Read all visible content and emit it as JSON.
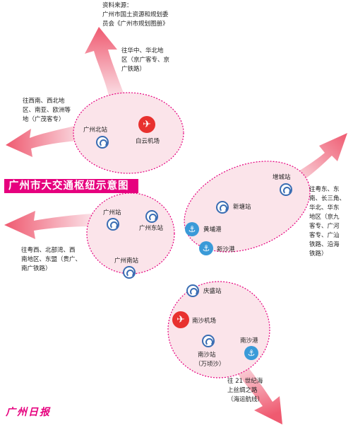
{
  "title": "广州市大交通枢纽示意图",
  "source": "资料来源：\n广州市国土资源和规划委\n员会《广州市规划图册》",
  "watermark": "广州日报",
  "directions": {
    "north": "往华中、华北地\n区（京广客专、京\n广铁路）",
    "northwest": "往西南、西北地\n区、南亚、欧洲等\n地（广茂客专）",
    "east": "往粤东、东\n南、长三角、\n华北、华东\n地区（京九\n客专、广河\n客专、广汕\n铁路、沿海\n铁路）",
    "west": "往粤西、北部湾、西\n南地区、东盟（贵广、\n南广铁路）",
    "south": "往 21 世纪海\n上丝绸之路\n（海运航线）"
  },
  "nodes": {
    "guangzhou_north": "广州北站",
    "baiyun_airport": "白云机场",
    "zengcheng": "增城站",
    "xintang": "新塘站",
    "huangpu_port": "黄埔港",
    "xinsha_port": "新沙港",
    "guangzhou": "广州站",
    "guangzhou_east": "广州东站",
    "guangzhou_south": "广州南站",
    "qingsheng": "庆盛站",
    "nansha_airport": "南沙机场",
    "nansha_port": "南沙港",
    "nansha_station": "南沙站",
    "nansha_station_sub": "（万顷沙）"
  },
  "colors": {
    "title_bg": "#e6007e",
    "arrow": "#ef5a70",
    "hub_fill": "#fbe4ea",
    "rail": "#3a6db3",
    "port": "#3a9ad8",
    "airport": "#e8312f"
  }
}
